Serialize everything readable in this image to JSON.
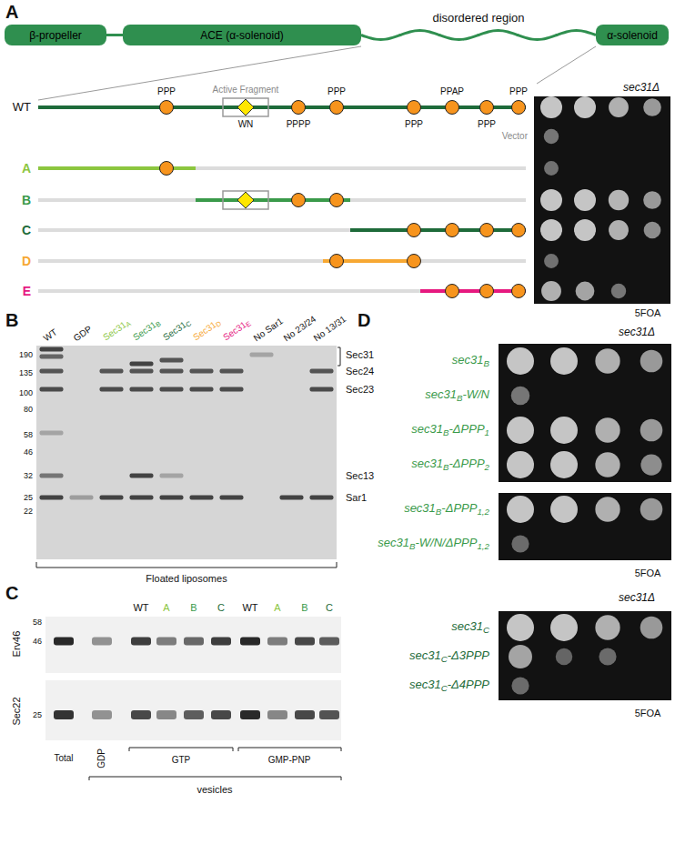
{
  "diagram": {
    "nodes": [
      {
        "text": [
          "β-propeller"
        ]
      },
      {
        "text": [
          "ACE (α-solenoid)"
        ]
      },
      {
        "text": [
          "α-solenoid"
        ]
      }
    ],
    "edges": [
      {
        "from": 0,
        "to": 1,
        "arrow": "none"
      },
      {
        "from": 1,
        "to": 2,
        "arrow": "none",
        "label": "disordered region"
      }
    ],
    "labels": [
      "A",
      "WT",
      "PPP",
      "Active Fragment",
      "WN",
      "PPPP",
      "PPP",
      "PPP",
      "PPAP",
      "PPP",
      "PPP",
      "Vector",
      "A",
      "B",
      "C",
      "D",
      "E",
      "sec31Δ",
      "5FOA",
      "B",
      "WT",
      "GDP",
      "Sec31A",
      "Sec31B",
      "Sec31C",
      "Sec31D",
      "Sec31E",
      "No Sar1",
      "No 23/24",
      "No 13/31",
      "190",
      "135",
      "100",
      "80",
      "58",
      "46",
      "32",
      "25",
      "22",
      "Sec31",
      "Sec24",
      "Sec23",
      "Sec13",
      "Sar1",
      "Floated liposomes",
      "C",
      "WT",
      "A",
      "B",
      "C",
      "WT",
      "A",
      "B",
      "C",
      "58",
      "46",
      "Erv46",
      "25",
      "Sec22",
      "Total",
      "GDP",
      "GTP",
      "GMP-PNP",
      "vesicles",
      "D",
      "sec31Δ",
      "sec31B",
      "sec31B-W/N",
      "sec31B-ΔPPP1",
      "sec31B-ΔPPP2",
      "sec31B-ΔPPP1,2",
      "sec31B-W/N/ΔPPP1,2",
      "5FOA",
      "sec31Δ",
      "sec31C",
      "sec31C-Δ3PPP",
      "sec31C-Δ4PPP",
      "5FOA"
    ]
  }
}
